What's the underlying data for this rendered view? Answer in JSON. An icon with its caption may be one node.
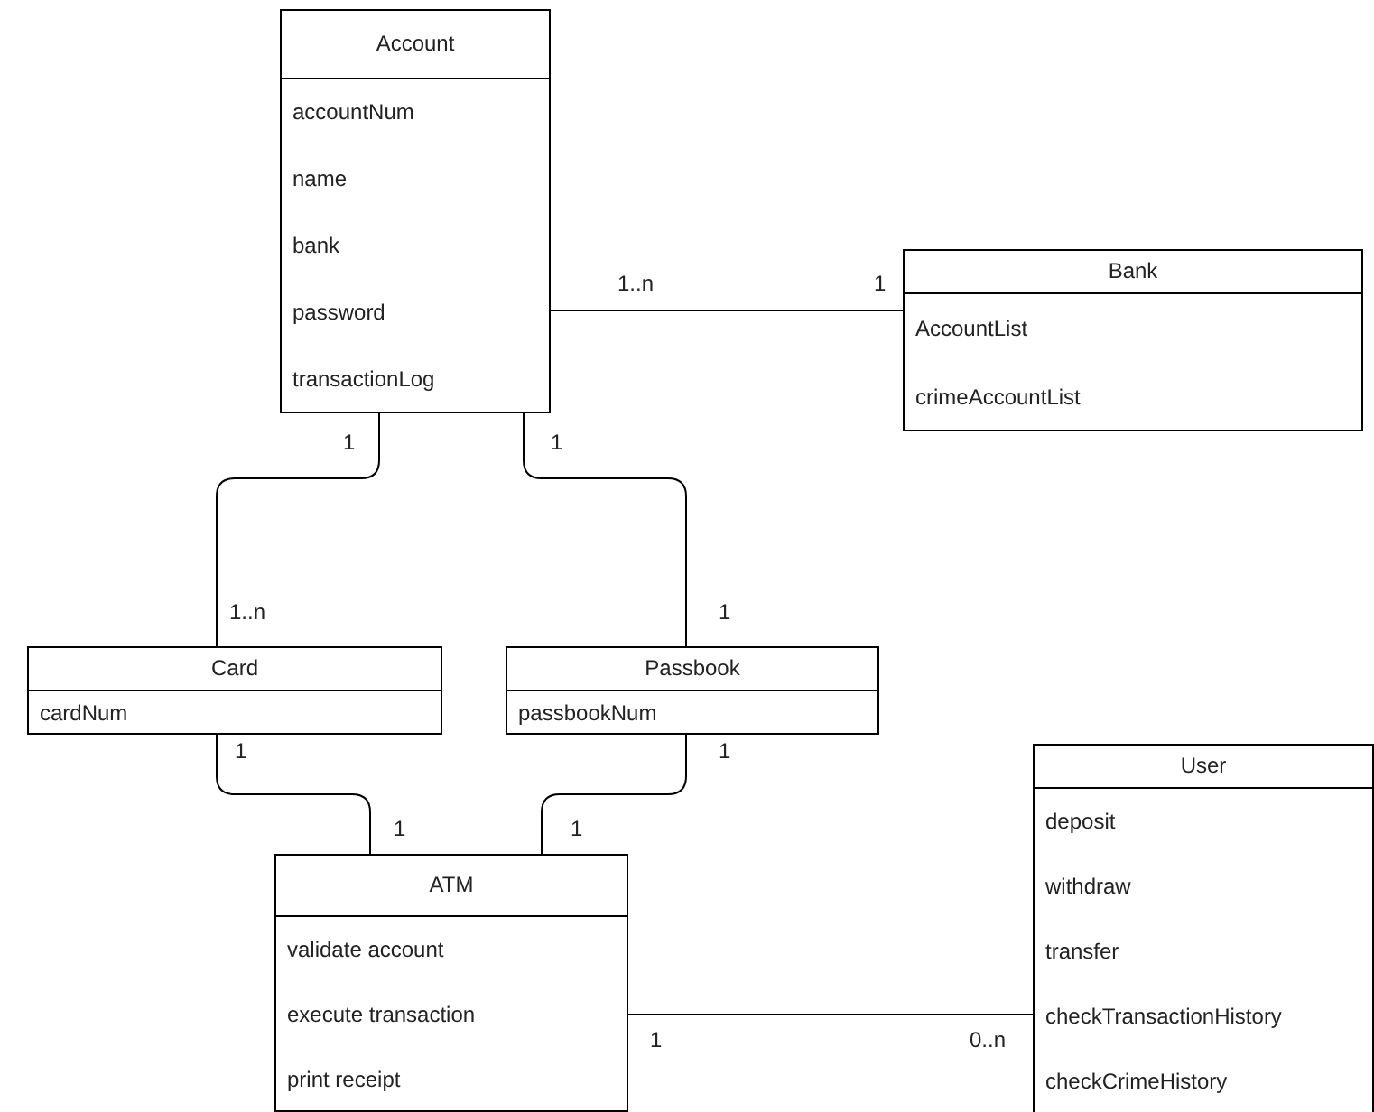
{
  "diagram": {
    "nodes": [
      {
        "text": [
          "Account",
          "accountNum",
          "name",
          "bank",
          "password",
          "transactionLog"
        ]
      },
      {
        "text": [
          "Bank",
          "AccountList",
          "crimeAccountList"
        ]
      },
      {
        "text": [
          "Card",
          "cardNum"
        ]
      },
      {
        "text": [
          "Passbook",
          "passbookNum"
        ]
      },
      {
        "text": [
          "User",
          "deposit",
          "withdraw",
          "transfer",
          "checkTransactionHistory",
          "checkCrimeHistory"
        ]
      },
      {
        "text": [
          "ATM",
          "validate account",
          "execute transaction",
          "print receipt"
        ]
      }
    ],
    "edges": [
      {
        "from": 0,
        "to": 1,
        "arrow": "none"
      },
      {
        "from": 0,
        "to": 2,
        "arrow": "none"
      },
      {
        "from": 0,
        "to": 3,
        "arrow": "none"
      },
      {
        "from": 2,
        "to": 5,
        "arrow": "none"
      },
      {
        "from": 3,
        "to": 5,
        "arrow": "none"
      },
      {
        "from": 5,
        "to": 4,
        "arrow": "none"
      }
    ],
    "labels": [
      "1..n",
      "1",
      "1",
      "1",
      "1..n",
      "1",
      "1",
      "1",
      "1",
      "1",
      "1",
      "0..n"
    ]
  }
}
